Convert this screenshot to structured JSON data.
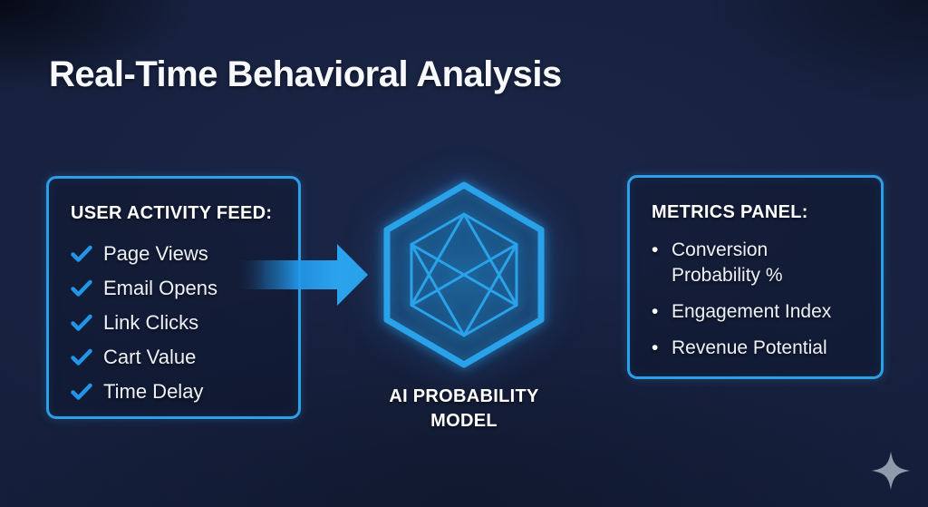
{
  "title": "Real-Time Behavioral Analysis",
  "activity_panel": {
    "header": "USER ACTIVITY FEED:",
    "items": [
      "Page Views",
      "Email Opens",
      "Link Clicks",
      "Cart Value",
      "Time Delay"
    ]
  },
  "model": {
    "label_lines": [
      "AI PROBABILITY",
      "MODEL"
    ]
  },
  "metrics_panel": {
    "header": "METRICS PANEL:",
    "bullet_char": "•",
    "items": [
      "Conversion Probability %",
      "Engagement Index",
      "Revenue Potential"
    ]
  },
  "icons": {
    "checkmark": "check-icon",
    "arrow": "flow-arrow-icon",
    "model": "network-hexagon-icon",
    "logo": "sparkle-icon"
  },
  "colors": {
    "background": "#16203C",
    "panel_border": "#2B9FE8",
    "accent_blue": "#2196E8",
    "glow_blue": "#2AA2EA",
    "text_primary": "#FFFFFF",
    "sparkle_gray": "#8F9AAC"
  }
}
